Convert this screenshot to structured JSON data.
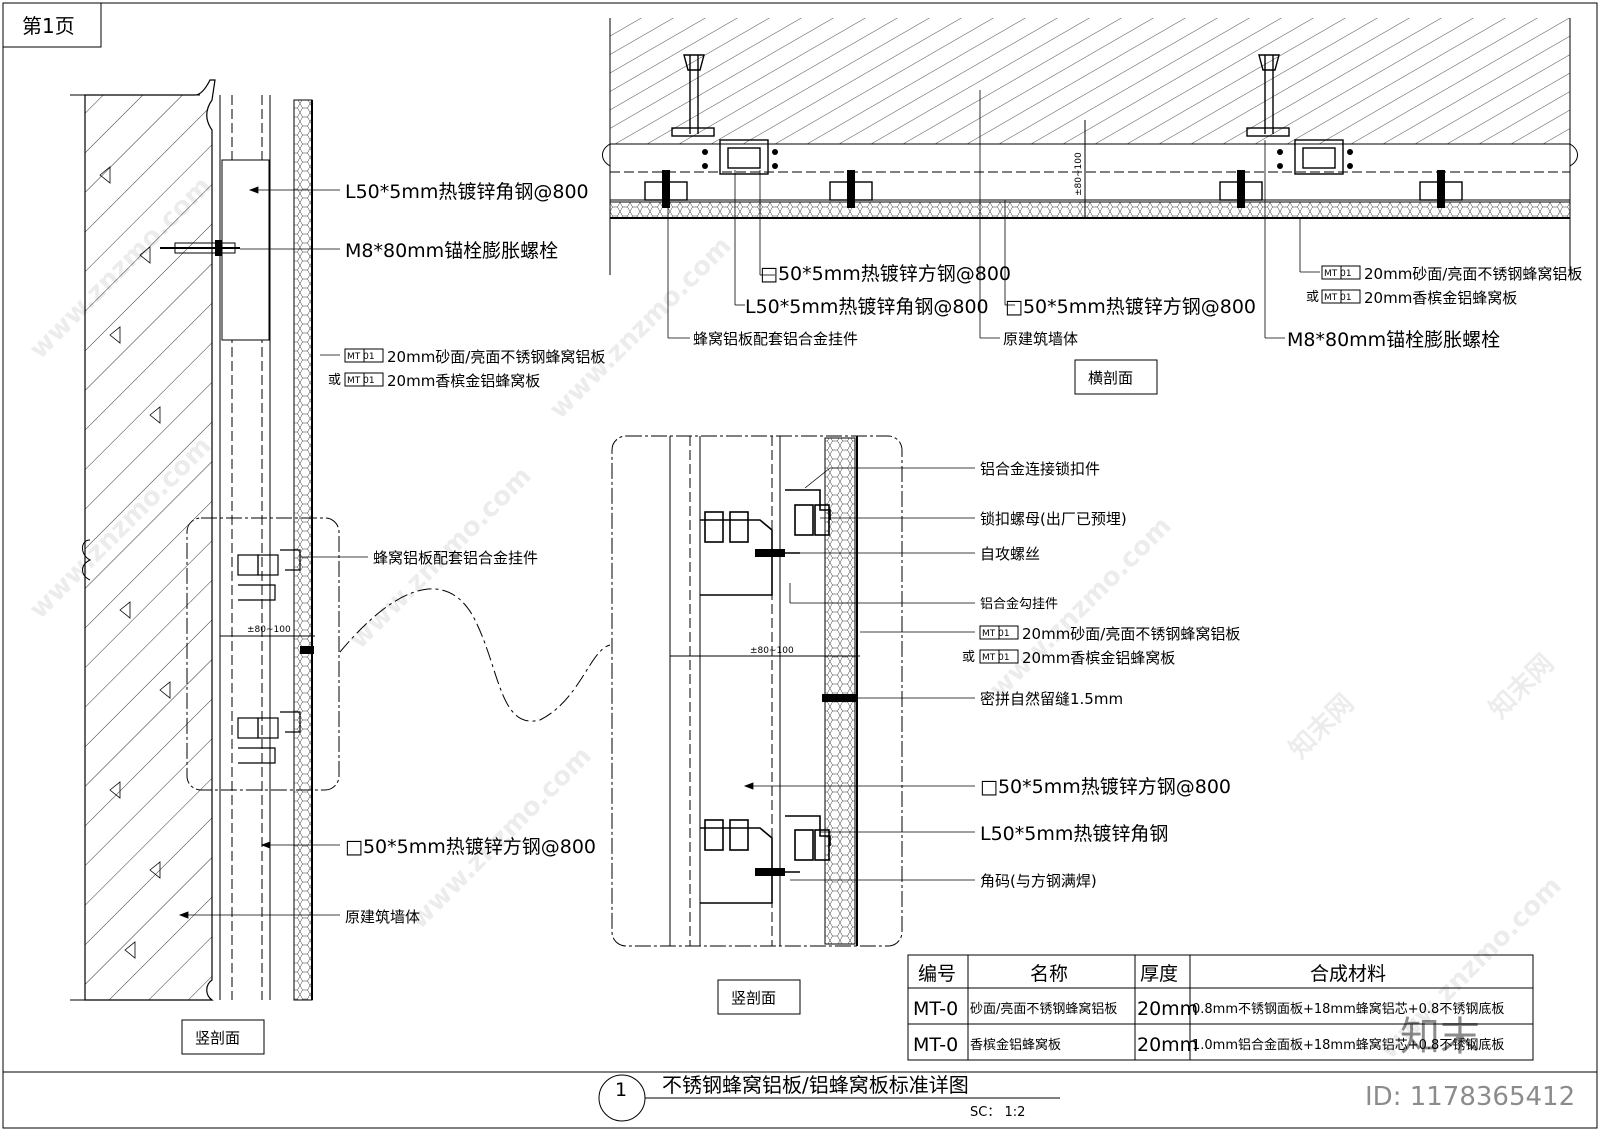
{
  "page": {
    "label": "第1页"
  },
  "vertical_section": {
    "labels": {
      "angle_steel": "L50*5mm热镀锌角钢@800",
      "anchor_bolt": "M8*80mm锚栓膨胀螺栓",
      "panel_code_1": "MT 01",
      "panel_desc_1": "20mm砂面/亮面不锈钢蜂窝铝板",
      "or": "或",
      "panel_code_2": "MT 01",
      "panel_desc_2": "20mm香槟金铝蜂窝板",
      "hanger": "蜂窝铝板配套铝合金挂件",
      "dim": "±80~100",
      "square_tube": "□50*5mm热镀锌方钢@800",
      "wall": "原建筑墙体"
    },
    "title": "竖剖面"
  },
  "horizontal_section": {
    "labels": {
      "square_tube_1": "□50*5mm热镀锌方钢@800",
      "angle_steel": "L50*5mm热镀锌角钢@800",
      "square_tube_2": "□50*5mm热镀锌方钢@800",
      "hanger": "蜂窝铝板配套铝合金挂件",
      "wall": "原建筑墙体",
      "anchor_bolt": "M8*80mm锚栓膨胀螺栓",
      "panel_code_1": "MT 01",
      "panel_desc_1": "20mm砂面/亮面不锈钢蜂窝铝板",
      "or": "或",
      "panel_code_2": "MT 01",
      "panel_desc_2": "20mm香槟金铝蜂窝板",
      "dim": "±80~100"
    },
    "title": "横剖面"
  },
  "detail": {
    "labels": {
      "lock_connector": "铝合金连接锁扣件",
      "lock_nut": "锁扣螺母(出厂已预埋)",
      "screw": "自攻螺丝",
      "hook": "铝合金勾挂件",
      "panel_code_1": "MT 01",
      "panel_desc_1": "20mm砂面/亮面不锈钢蜂窝铝板",
      "or": "或",
      "panel_code_2": "MT 01",
      "panel_desc_2": "20mm香槟金铝蜂窝板",
      "joint": "密拼自然留缝1.5mm",
      "square_tube": "□50*5mm热镀锌方钢@800",
      "angle_steel": "L50*5mm热镀锌角钢",
      "corner_code": "角码(与方钢满焊)",
      "dim": "±80~100"
    },
    "title": "竖剖面"
  },
  "material_table": {
    "headers": [
      "编号",
      "名称",
      "厚度",
      "合成材料"
    ],
    "rows": [
      [
        "MT-0",
        "砂面/亮面不锈钢蜂窝铝板",
        "20mm",
        "0.8mm不锈钢面板+18mm蜂窝铝芯+0.8不锈钢底板"
      ],
      [
        "MT-0",
        "香槟金铝蜂窝板",
        "20mm",
        "1.0mm铝合金面板+18mm蜂窝铝芯+0.8不锈钢底板"
      ]
    ]
  },
  "title_block": {
    "number": "1",
    "title": "不锈钢蜂窝铝板/铝蜂窝板标准详图",
    "scale": "SC： 1:2"
  },
  "watermark": {
    "site": "www.znzmo.com",
    "brand": "知末网",
    "logo": "知末",
    "id": "ID: 1178365412"
  }
}
